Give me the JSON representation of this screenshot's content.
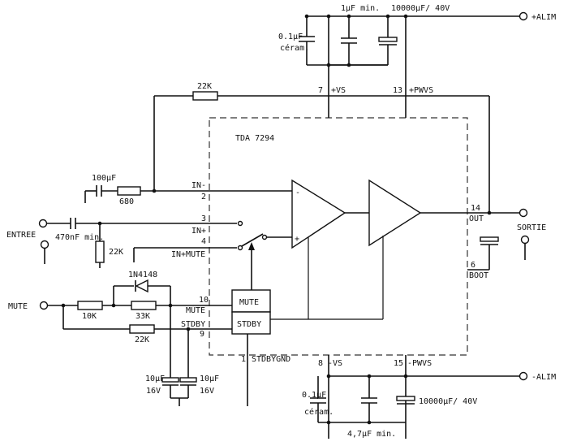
{
  "chip": "TDA 7294",
  "rails": {
    "plus": "+ALIM",
    "minus": "-ALIM"
  },
  "io": {
    "input": "ENTREE",
    "output": "SORTIE",
    "mute": "MUTE"
  },
  "pins": {
    "p7": "7",
    "p7_name": "+VS",
    "p13": "13",
    "p13_name": "+PWVS",
    "p8": "8",
    "p8_name": "-VS",
    "p15": "15",
    "p15_name": "-PWVS",
    "p1": "1",
    "p1_name": "STDBYGND",
    "p2": "2",
    "p2_name": "IN-",
    "p3": "3",
    "p3_name": "IN+",
    "p4": "4",
    "p4_name": "IN+MUTE",
    "p10": "10",
    "p10_name": "MUTE",
    "p9": "9",
    "p9_name": "STDBY",
    "p14": "14",
    "p14_name": "OUT",
    "p6": "6",
    "p6_name": "BOOT"
  },
  "blocks": {
    "mute": "MUTE",
    "stdby": "STDBY"
  },
  "components": {
    "top_cer_value": "0.1µF",
    "top_cer_type": "céram.",
    "top_1uf": "1µF min.",
    "top_bulk": "10000µF/ 40V",
    "fb_res": "22K",
    "in_cap": "100µF",
    "in_res": "680",
    "entree_cap": "470nF min.",
    "entree_res": "22K",
    "diode": "1N4148",
    "r10k": "10K",
    "r33k": "33K",
    "r22k_stdby": "22K",
    "c_mute_value": "10µF",
    "c_mute_volt": "16V",
    "c_stdby_value": "10µF",
    "c_stdby_volt": "16V",
    "bot_cer_value": "0.1µF",
    "bot_cer_type": "céram.",
    "bot_4u7": "4,7µF min.",
    "bot_bulk": "10000µF/ 40V"
  },
  "op_inputs": {
    "minus": "-",
    "plus": "+"
  }
}
